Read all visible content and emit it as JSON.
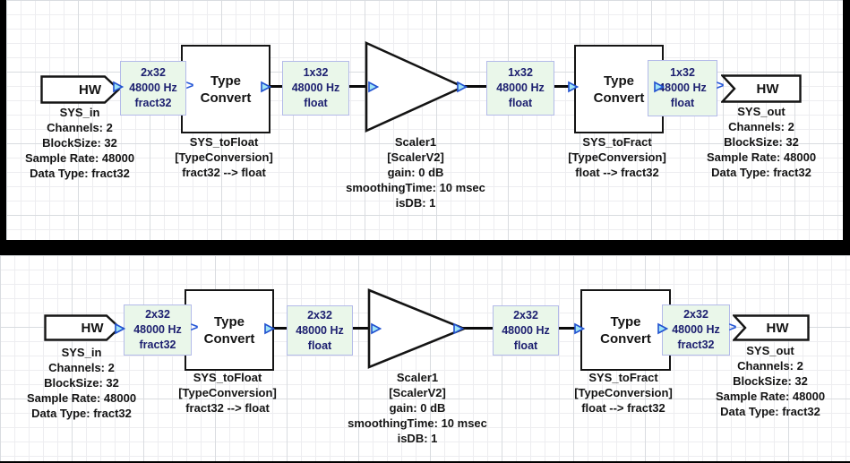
{
  "colors": {
    "canvas_bg": "#ffffff",
    "grid_minor": "#ededf0",
    "grid_major": "#d9dce0",
    "divider": "#000000",
    "block_border": "#141414",
    "wire": "#0a0a0a",
    "wire_label_bg": "#eaf7ea",
    "wire_label_border": "#b3bae9",
    "wire_label_text": "#1d2070",
    "pin_fill": "#9fe4f6",
    "pin_stroke": "#2050cf"
  },
  "icons": {
    "wire_arrow": ">"
  },
  "diagrams": [
    {
      "hw_in": {
        "label": "HW",
        "annotation": [
          "SYS_in",
          "Channels: 2",
          "BlockSize: 32",
          "Sample Rate: 48000",
          "Data Type: fract32"
        ]
      },
      "label_in": {
        "lines": [
          "2x32",
          "48000 Hz",
          "fract32"
        ]
      },
      "to_float": {
        "title": [
          "Type",
          "Convert"
        ],
        "annotation": [
          "SYS_toFloat",
          "[TypeConversion]",
          "fract32 --> float"
        ]
      },
      "label_pre_scaler": {
        "lines": [
          "1x32",
          "48000 Hz",
          "float"
        ]
      },
      "scaler": {
        "annotation": [
          "Scaler1",
          "[ScalerV2]",
          "gain: 0 dB",
          "smoothingTime: 10 msec",
          "isDB: 1"
        ]
      },
      "label_post_scaler": {
        "lines": [
          "1x32",
          "48000 Hz",
          "float"
        ]
      },
      "to_fract": {
        "title": [
          "Type",
          "Convert"
        ],
        "annotation": [
          "SYS_toFract",
          "[TypeConversion]",
          "float --> fract32"
        ]
      },
      "label_out": {
        "lines": [
          "1x32",
          "48000 Hz",
          "float"
        ]
      },
      "hw_out": {
        "label": "HW",
        "annotation": [
          "SYS_out",
          "Channels: 2",
          "BlockSize: 32",
          "Sample Rate: 48000",
          "Data Type: fract32"
        ]
      }
    },
    {
      "hw_in": {
        "label": "HW",
        "annotation": [
          "SYS_in",
          "Channels: 2",
          "BlockSize: 32",
          "Sample Rate: 48000",
          "Data Type: fract32"
        ]
      },
      "label_in": {
        "lines": [
          "2x32",
          "48000 Hz",
          "fract32"
        ]
      },
      "to_float": {
        "title": [
          "Type",
          "Convert"
        ],
        "annotation": [
          "SYS_toFloat",
          "[TypeConversion]",
          "fract32 --> float"
        ]
      },
      "label_pre_scaler": {
        "lines": [
          "2x32",
          "48000 Hz",
          "float"
        ]
      },
      "scaler": {
        "annotation": [
          "Scaler1",
          "[ScalerV2]",
          "gain: 0 dB",
          "smoothingTime: 10 msec",
          "isDB: 1"
        ]
      },
      "label_post_scaler": {
        "lines": [
          "2x32",
          "48000 Hz",
          "float"
        ]
      },
      "to_fract": {
        "title": [
          "Type",
          "Convert"
        ],
        "annotation": [
          "SYS_toFract",
          "[TypeConversion]",
          "float --> fract32"
        ]
      },
      "label_out": {
        "lines": [
          "2x32",
          "48000 Hz",
          "fract32"
        ]
      },
      "hw_out": {
        "label": "HW",
        "annotation": [
          "SYS_out",
          "Channels: 2",
          "BlockSize: 32",
          "Sample Rate: 48000",
          "Data Type: fract32"
        ]
      }
    }
  ]
}
